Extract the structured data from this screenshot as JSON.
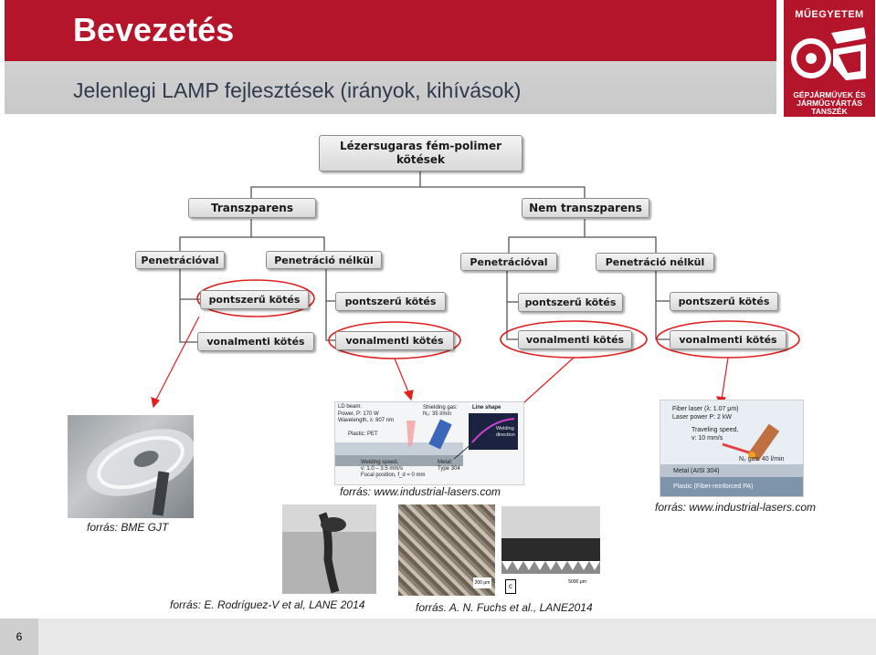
{
  "header": {
    "title": "Bevezetés",
    "subtitle": "Jelenlegi LAMP fejlesztések (irányok, kihívások)"
  },
  "logo": {
    "top_text": "MŰEGYETEM",
    "line1": "GÉPJÁRMŰVEK ÉS",
    "line2": "JÁRMŰGYÁRTÁS",
    "line3": "TANSZÉK"
  },
  "diagram": {
    "root_line1": "Lézersugaras fém-polimer",
    "root_line2": "kötések",
    "left": {
      "label": "Transzparens",
      "branches": [
        {
          "label": "Penetrációval",
          "items": [
            "pontszerű kötés",
            "vonalmenti kötés"
          ]
        },
        {
          "label": "Penetráció nélkül",
          "items": [
            "pontszerű kötés",
            "vonalmenti kötés"
          ]
        }
      ]
    },
    "right": {
      "label": "Nem transzparens",
      "branches": [
        {
          "label": "Penetrációval",
          "items": [
            "pontszerű kötés",
            "vonalmenti kötés"
          ]
        },
        {
          "label": "Penetráció nélkül",
          "items": [
            "pontszerű kötés",
            "vonalmenti kötés"
          ]
        }
      ]
    }
  },
  "figures": {
    "diagram1": {
      "ld_beam": "LD beam:",
      "power": "Power, P: 170 W",
      "wavelength": "Wavelength, λ: 807 nm",
      "plastic": "Plastic: PET",
      "shielding": "Shielding gas:",
      "n2": "N₂: 35 l/min",
      "line_shape": "Line shape",
      "welding_dir": "Welding",
      "welding_dir2": "direction",
      "welding_speed": "Welding speed,",
      "v_range": "v: 1.0 – 3.5 mm/s",
      "metal": "Metal:",
      "type": "Type 304",
      "focal": "Focal position, f_d = 0 mm"
    },
    "diagram2": {
      "fiber": "Fiber laser (λ: 1.07 μm)",
      "laser_power": "Laser power P: 2 kW",
      "traveling": "Traveling speed,",
      "v": "v: 10 mm/s",
      "n2gas": "N₂ gas: 40 l/min",
      "metal": "Metal (AISI 304)",
      "plastic": "Plastic (Fiber-reinforced PA)"
    },
    "scale1": "200 μm",
    "scale2": "5000 μm",
    "label_c": "c"
  },
  "captions": {
    "bme": "forrás: BME GJT",
    "ilasers1": "forrás: www.industrial-lasers.com",
    "ilasers2": "forrás: www.industrial-lasers.com",
    "rodriguez": "forrás: E. Rodríguez-V et al, LANE 2014",
    "fuchs": "forrás. A. N. Fuchs et al., LANE2014"
  },
  "footer": {
    "page_number": "6"
  },
  "colors": {
    "brand_red": "#b5152b",
    "highlight_ellipse": "#e02020"
  }
}
